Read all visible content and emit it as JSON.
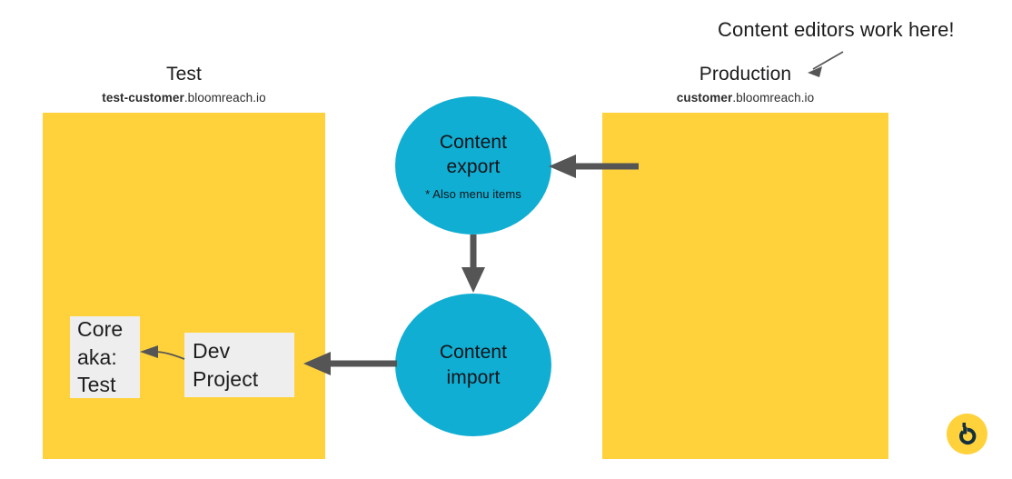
{
  "diagram": {
    "title_annotation": "Content editors work here!",
    "colors": {
      "environment_box": "#ffd23c",
      "circle": "#10aed3",
      "inner_box": "#eeeeee",
      "arrow_thick": "#555555",
      "arrow_thin": "#555555",
      "text": "#1d1d1f",
      "logo_mark": "#14303f"
    },
    "environments": [
      {
        "name": "test",
        "title": "Test",
        "domain_prefix": "test-customer",
        "domain_suffix": ".bloomreach.io"
      },
      {
        "name": "production",
        "title": "Production",
        "domain_prefix": "customer",
        "domain_suffix": ".bloomreach.io"
      }
    ],
    "boxes": [
      {
        "id": "core",
        "lines": [
          "Core",
          "aka:",
          "Test"
        ]
      },
      {
        "id": "dev",
        "lines": [
          "Dev",
          "Project"
        ]
      }
    ],
    "nodes": [
      {
        "id": "content-export",
        "label_line1": "Content",
        "label_line2": "export",
        "note": "* Also menu items"
      },
      {
        "id": "content-import",
        "label_line1": "Content",
        "label_line2": "import",
        "note": ""
      }
    ],
    "logo": {
      "name": "bloomreach-logo"
    }
  }
}
